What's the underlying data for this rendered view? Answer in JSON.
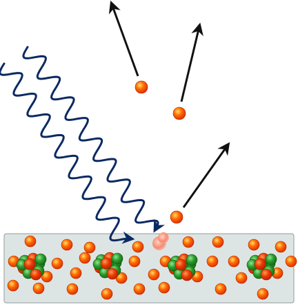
{
  "diagram": {
    "colors": {
      "background": "#ffffff",
      "metal_fill": "#dde5e4",
      "metal_stroke": "#8f9b9a",
      "light_wave": "#0b2a63",
      "arrow": "#111111",
      "electron": "#ee3a00",
      "electron_highlight": "#ffd94a",
      "proton": "#e23a00",
      "neutron": "#1e8f1e",
      "neutron_highlight": "#7ee07e",
      "electron_being_ejected": "#f5a08a"
    },
    "incoming_light_waves": 2,
    "ejected_electrons": 3,
    "atoms_in_metal": 4
  }
}
